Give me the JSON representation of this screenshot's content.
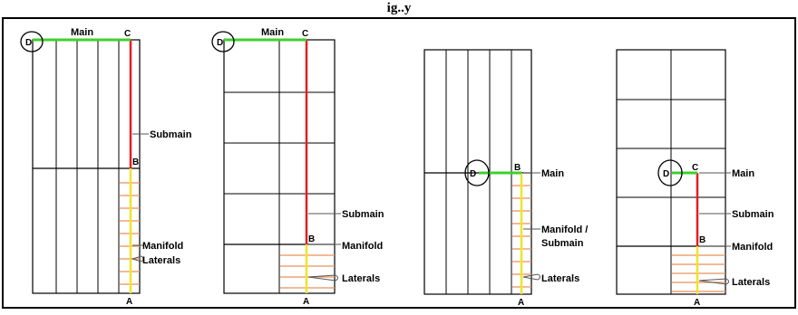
{
  "header": {
    "title_fragment": "ig..y"
  },
  "panels": [
    {
      "labels": {
        "main": "Main",
        "submain": "Submain",
        "manifold": "Manifold",
        "laterals": "Laterals"
      },
      "points": {
        "a": "A",
        "b": "B",
        "c": "C",
        "d": "D"
      }
    },
    {
      "labels": {
        "main": "Main",
        "submain": "Submain",
        "manifold": "Manifold",
        "laterals": "Laterals"
      },
      "points": {
        "a": "A",
        "b": "B",
        "c": "C",
        "d": "D"
      }
    },
    {
      "labels": {
        "main": "Main",
        "manifold_submain_line1": "Manifold /",
        "manifold_submain_line2": "Submain",
        "laterals": "Laterals"
      },
      "points": {
        "a": "A",
        "b": "B",
        "d": "D"
      }
    },
    {
      "labels": {
        "main": "Main",
        "submain": "Submain",
        "manifold": "Manifold",
        "laterals": "Laterals"
      },
      "points": {
        "a": "A",
        "b": "B",
        "c": "C",
        "d": "D"
      }
    }
  ],
  "colors": {
    "main_pipe": "#3ecf2e",
    "submain_pipe": "#e02020",
    "manifold_pipe": "#f2e22a",
    "lateral_pipe": "#e8915c",
    "grid_line": "#000000",
    "leader_line": "#555555"
  }
}
